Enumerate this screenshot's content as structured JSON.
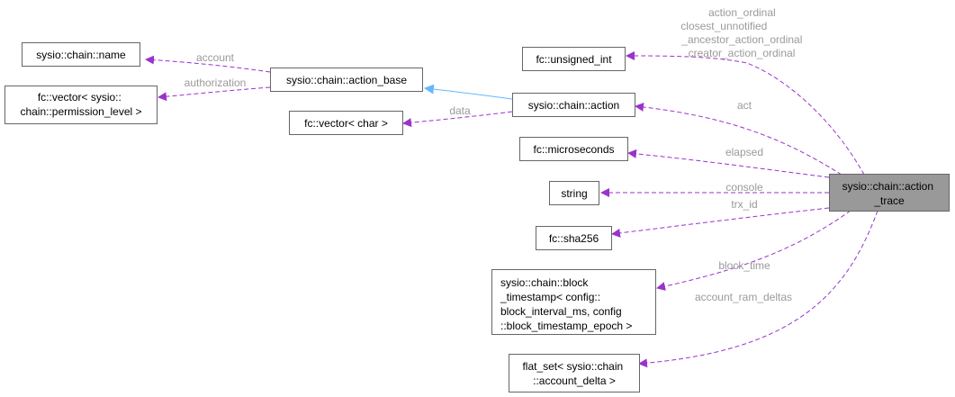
{
  "nodes": {
    "name": [
      "sysio::chain::name"
    ],
    "permission_vector": [
      "fc::vector< sysio::",
      "chain::permission_level >"
    ],
    "action_base": [
      "sysio::chain::action_base"
    ],
    "char_vector": [
      "fc::vector< char >"
    ],
    "action": [
      "sysio::chain::action"
    ],
    "unsigned_int": [
      "fc::unsigned_int"
    ],
    "microseconds": [
      "fc::microseconds"
    ],
    "string": [
      "string"
    ],
    "sha256": [
      "fc::sha256"
    ],
    "block_timestamp": [
      "sysio::chain::block",
      "_timestamp< config::",
      "block_interval_ms, config",
      "::block_timestamp_epoch >"
    ],
    "flat_set": [
      "flat_set< sysio::chain",
      "::account_delta >"
    ],
    "action_trace": [
      "sysio::chain::action",
      "_trace"
    ]
  },
  "edge_labels": {
    "account": "account",
    "authorization": "authorization",
    "data": "data",
    "unsigned_int": [
      "action_ordinal",
      "closest_unnotified",
      "_ancestor_action_ordinal",
      "creator_action_ordinal"
    ],
    "act": "act",
    "elapsed": "elapsed",
    "console": "console",
    "trx_id": "trx_id",
    "block_time": "block_time",
    "account_ram_deltas": "account_ram_deltas"
  },
  "colors": {
    "member_edge": "#9a32cd",
    "inheritance_edge": "#63b8ff",
    "focus_node_fill": "#999999",
    "node_border": "#666666",
    "edge_label": "#9a9a9a"
  }
}
